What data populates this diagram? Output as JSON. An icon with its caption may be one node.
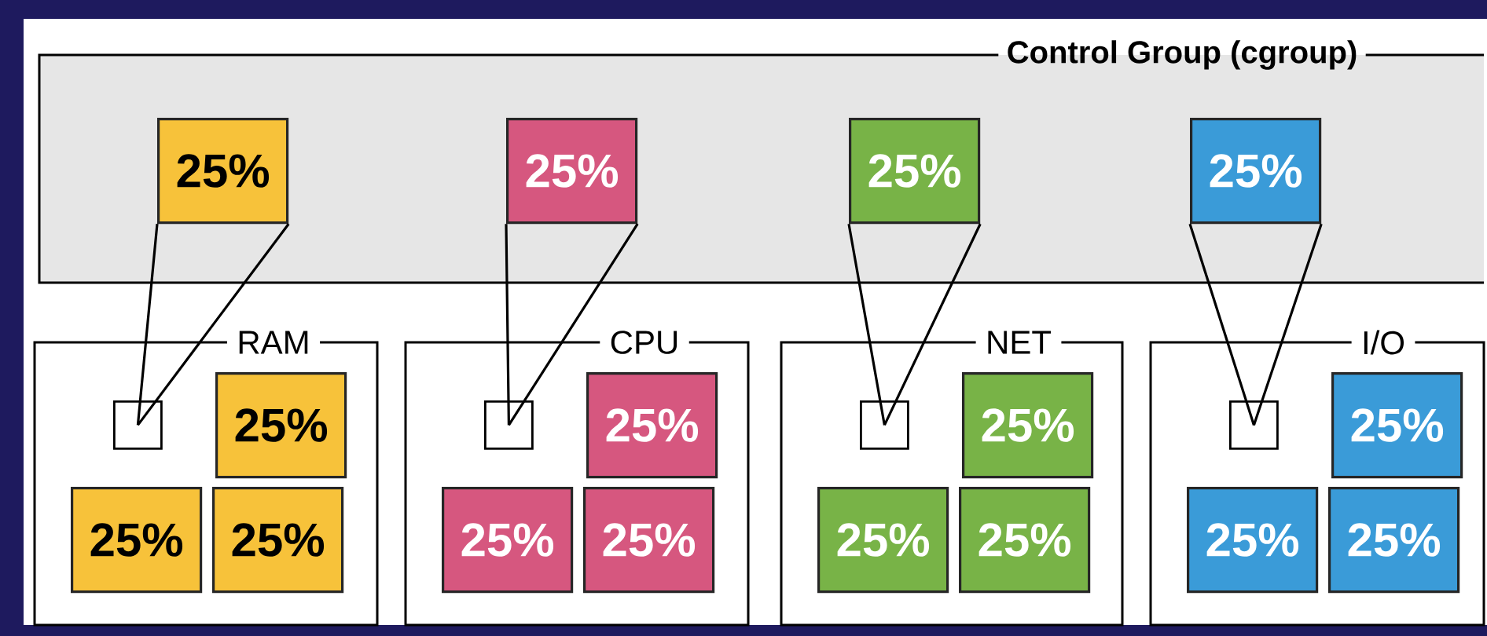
{
  "diagram": {
    "nodes": [
      {
        "text": [
          "Control Group (cgroup)"
        ]
      },
      {
        "text": [
          "25%"
        ],
        "in": 0
      },
      {
        "text": [
          "25%"
        ],
        "in": 0
      },
      {
        "text": [
          "25%"
        ],
        "in": 0
      },
      {
        "text": [
          "25%"
        ],
        "in": 0
      },
      {
        "text": [
          "RAM"
        ]
      },
      {
        "text": [],
        "shape": "box",
        "in": 5
      },
      {
        "text": [
          "25%"
        ],
        "in": 5
      },
      {
        "text": [
          "25%"
        ],
        "in": 5
      },
      {
        "text": [
          "25%"
        ],
        "in": 5
      },
      {
        "text": [
          "CPU"
        ]
      },
      {
        "text": [],
        "shape": "box",
        "in": 10
      },
      {
        "text": [
          "25%"
        ],
        "in": 10
      },
      {
        "text": [
          "25%"
        ],
        "in": 10
      },
      {
        "text": [
          "25%"
        ],
        "in": 10
      },
      {
        "text": [
          "NET"
        ]
      },
      {
        "text": [],
        "shape": "box",
        "in": 15
      },
      {
        "text": [
          "25%"
        ],
        "in": 15
      },
      {
        "text": [
          "25%"
        ],
        "in": 15
      },
      {
        "text": [
          "25%"
        ],
        "in": 15
      },
      {
        "text": [
          "I/O"
        ]
      },
      {
        "text": [],
        "shape": "box",
        "in": 20
      },
      {
        "text": [
          "25%"
        ],
        "in": 20
      },
      {
        "text": [
          "25%"
        ],
        "in": 20
      },
      {
        "text": [
          "25%"
        ],
        "in": 20
      }
    ],
    "edges": [
      {
        "from": 1,
        "to": 6,
        "arrow": "none"
      },
      {
        "from": 2,
        "to": 11,
        "arrow": "none"
      },
      {
        "from": 3,
        "to": 16,
        "arrow": "none"
      },
      {
        "from": 4,
        "to": 21,
        "arrow": "none"
      }
    ]
  }
}
